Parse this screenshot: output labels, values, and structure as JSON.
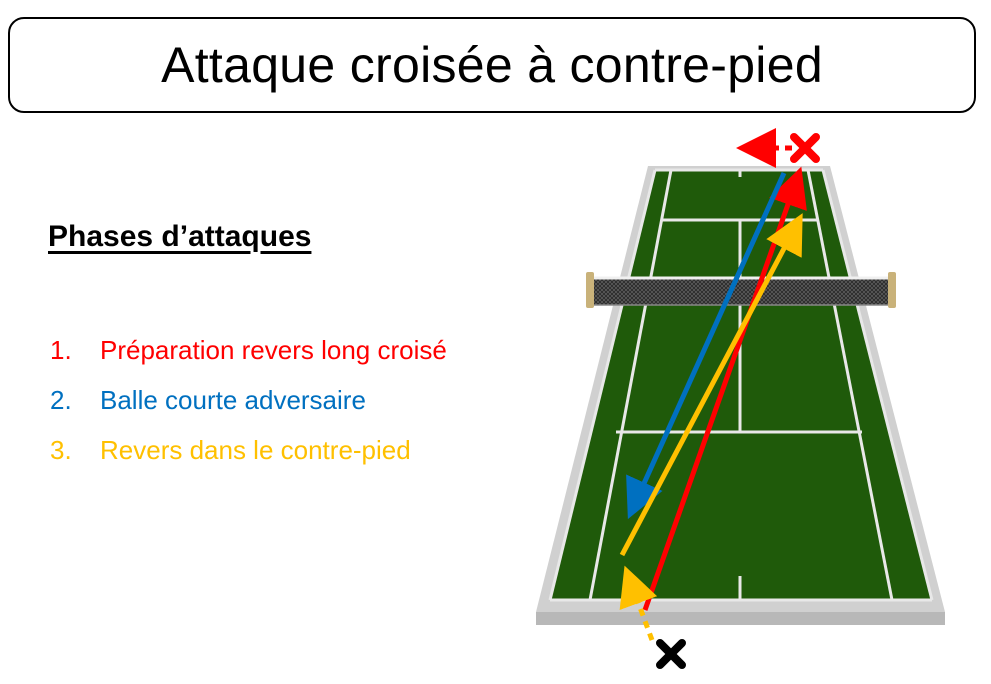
{
  "title": "Attaque croisée à contre-pied",
  "phases_heading": "Phases d’attaques",
  "phases": [
    {
      "number": "1.",
      "text": "Préparation revers long croisé",
      "color": "#ff0000"
    },
    {
      "number": "2.",
      "text": "Balle courte adversaire",
      "color": "#0070c0"
    },
    {
      "number": "3.",
      "text": "Revers dans le contre-pied",
      "color": "#ffc000"
    }
  ],
  "colors": {
    "court_green": "#1f5a0a",
    "court_lines": "#e8e8e8",
    "court_surround": "#cfcfcf",
    "net": "#333333",
    "phase1_red": "#ff0000",
    "phase2_blue": "#0070c0",
    "phase3_yellow": "#ffc000",
    "player_bottom": "#000000",
    "player_top": "#ff0000"
  },
  "icons": {
    "player_top": "cross-icon",
    "player_bottom": "cross-icon"
  }
}
